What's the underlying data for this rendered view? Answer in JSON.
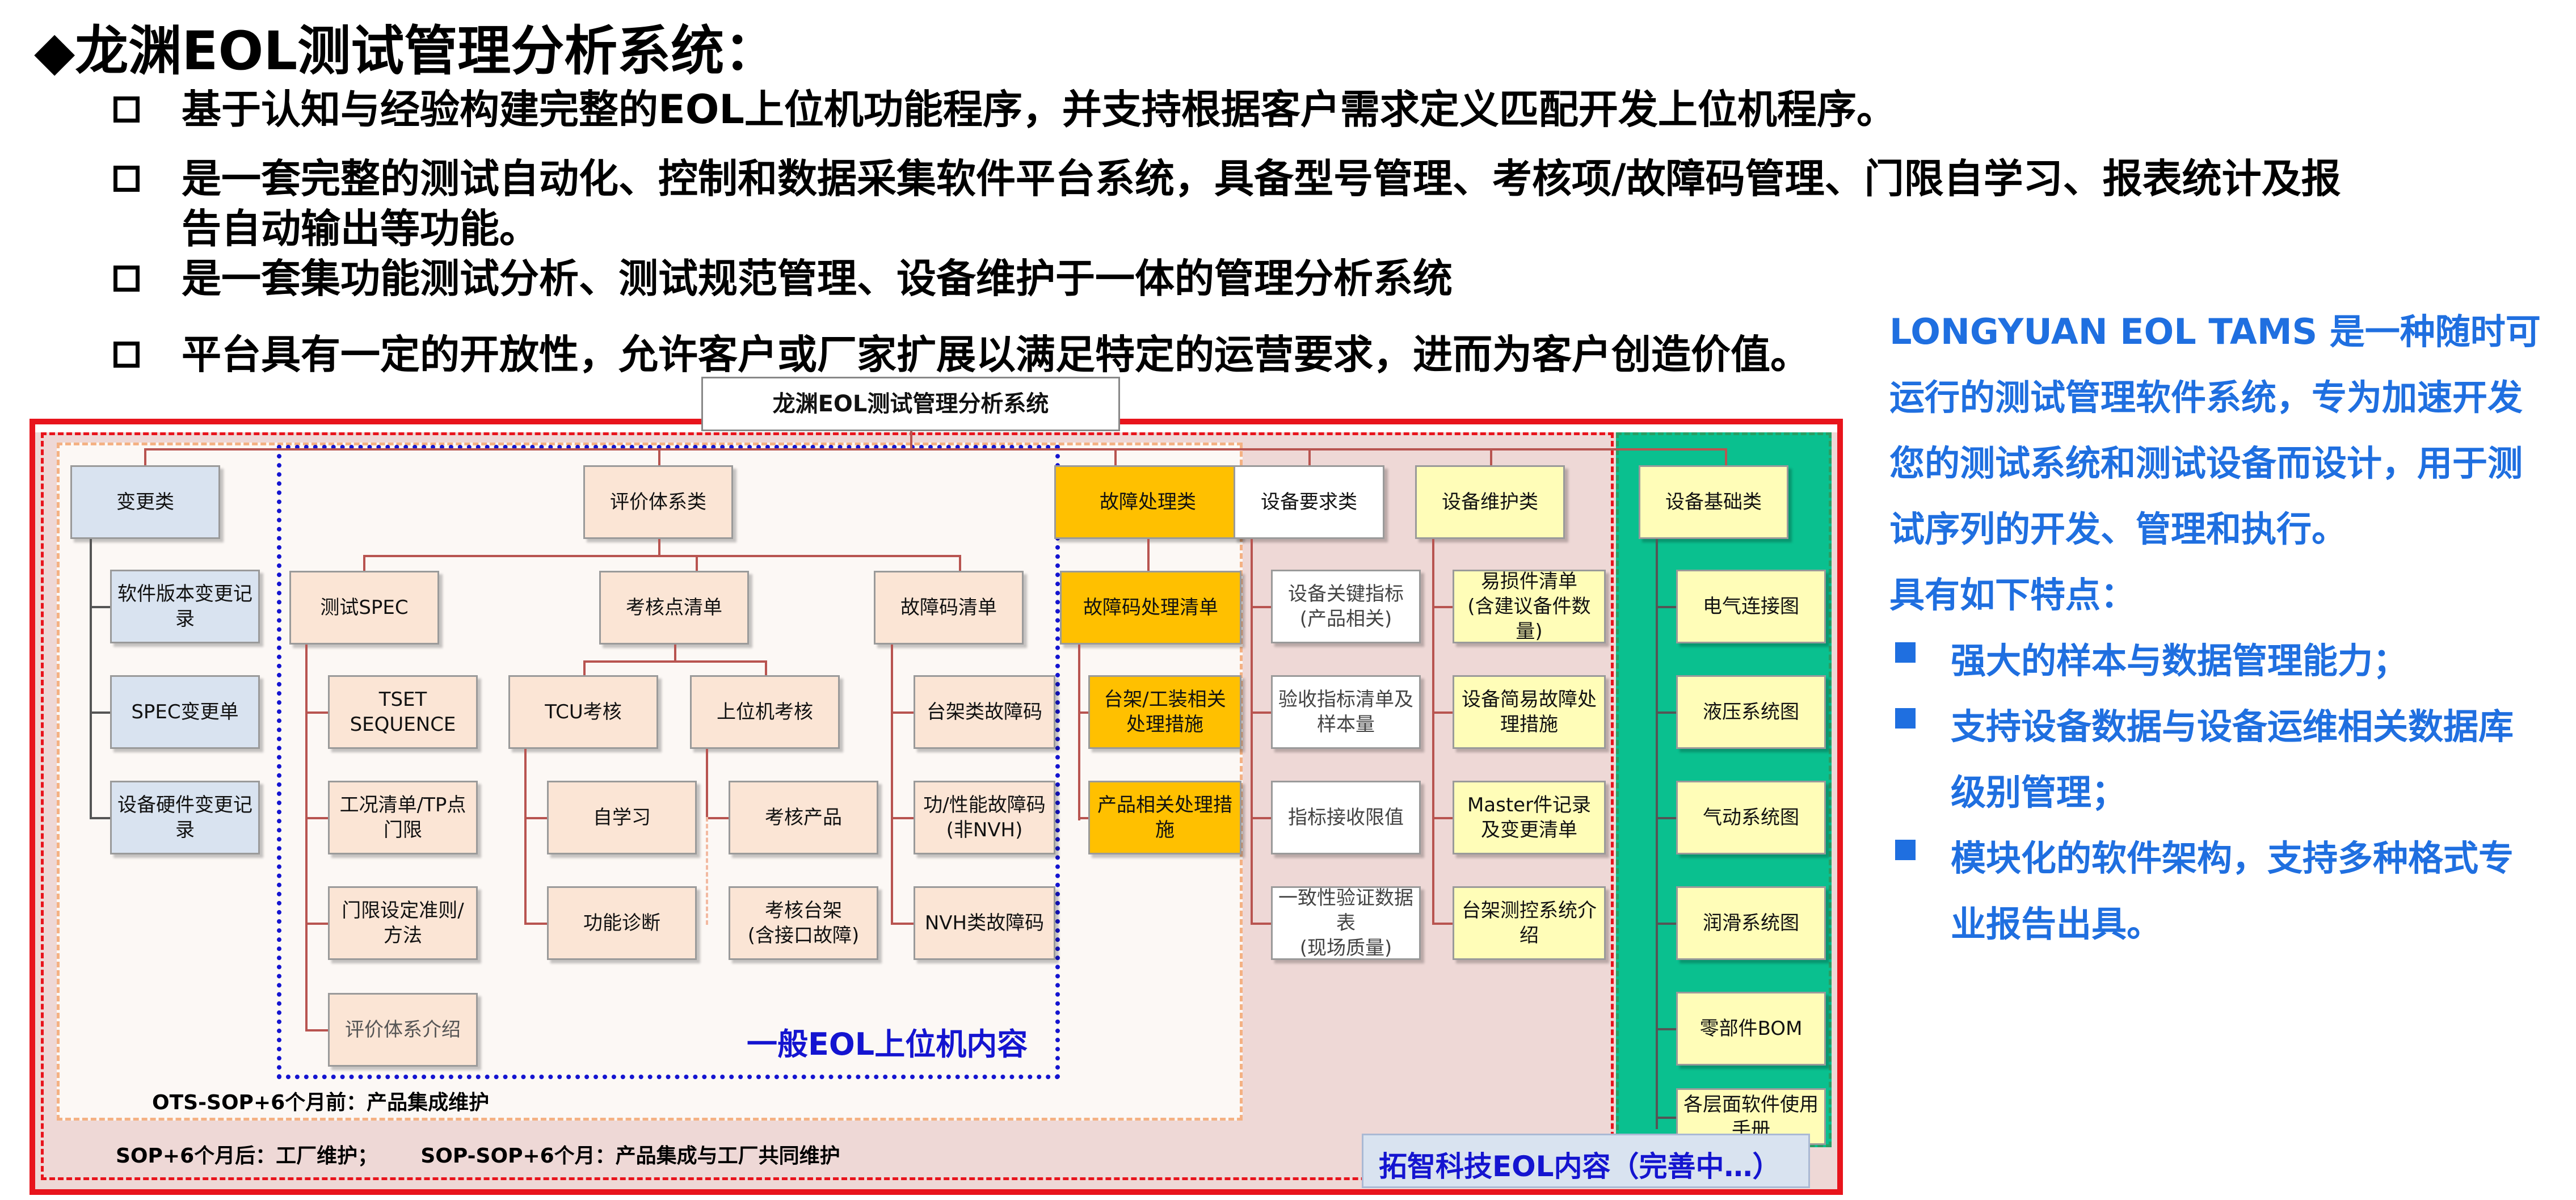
{
  "header": {
    "title": "◆龙渊EOL测试管理分析系统：",
    "bullets": [
      "基于认知与经验构建完整的EOL上位机功能程序，并支持根据客户需求定义匹配开发上位机程序。",
      "是一套完整的测试自动化、控制和数据采集软件平台系统，具备型号管理、考核项/故障码管理、门限自学习、报表统计及报",
      "告自动输出等功能。",
      "是一套集功能测试分析、测试规范管理、设备维护于一体的管理分析系统",
      "平台具有一定的开放性，允许客户或厂家扩展以满足特定的运营要求，进而为客户创造价值。"
    ]
  },
  "sidebar": {
    "intro_lines": [
      "LONGYUAN EOL TAMS 是一种随时可",
      "运行的测试管理软件系统，专为加速开发",
      "您的测试系统和测试设备而设计，用于测",
      "试序列的开发、管理和执行。",
      "具有如下特点："
    ],
    "features": [
      "强大的样本与数据管理能力；",
      "支持设备数据与设备运维相关数据库",
      "级别管理；",
      "模块化的软件架构，支持多种格式专",
      "业报告出具。"
    ]
  },
  "diagram": {
    "root": "龙渊EOL测试管理分析系统",
    "change": {
      "head": "变更类",
      "items": [
        "软件版本变更记录",
        "SPEC变更单",
        "设备硬件变更记录"
      ]
    },
    "eval": {
      "head": "评价体系类",
      "spec": {
        "head": "测试SPEC",
        "items": [
          "TSET SEQUENCE",
          "工况清单/TP点门限",
          "门限设定准则/方法",
          "评价体系介绍"
        ]
      },
      "check": {
        "head": "考核点清单",
        "tcu": {
          "head": "TCU考核",
          "items": [
            "自学习",
            "功能诊断"
          ]
        },
        "host": {
          "head": "上位机考核",
          "items": [
            "考核产品",
            "考核台架\n(含接口故障)"
          ]
        }
      },
      "fault": {
        "head": "故障码清单",
        "items": [
          "台架类故障码",
          "功/性能故障码\n(非NVH)",
          "NVH类故障码"
        ]
      }
    },
    "fault_handle": {
      "head": "故障处理类",
      "sub": "故障码处理清单",
      "items": [
        "台架/工装相关处理措施",
        "产品相关处理措施"
      ]
    },
    "equip_req": {
      "head": "设备要求类",
      "items": [
        "设备关键指标\n(产品相关)",
        "验收指标清单及样本量",
        "指标接收限值",
        "一致性验证数据表\n(现场质量)"
      ]
    },
    "equip_maint": {
      "head": "设备维护类",
      "items": [
        "易损件清单\n(含建议备件数量)",
        "设备简易故障处理措施",
        "Master件记录及变更清单",
        "台架测控系统介绍"
      ]
    },
    "equip_base": {
      "head": "设备基础类",
      "items": [
        "电气连接图",
        "液压系统图",
        "气动系统图",
        "润滑系统图",
        "零部件BOM",
        "各层面软件使用手册"
      ]
    },
    "labels": {
      "general": "一般EOL上位机内容",
      "ots": "OTS-SOP+6个月前：产品集成维护",
      "sop": "SOP+6个月后：工厂维护；      SOP-SOP+6个月：产品集成与工厂共同维护",
      "tuozhi": "拓智科技EOL内容（完善中…）"
    },
    "colors": {
      "red_frame": "#e8141c",
      "blue_dots": "#1414d0",
      "green_panel": "#0ac08f",
      "orange": "#ffc000",
      "yellow": "#fffdb8",
      "peach": "#fbe5d5",
      "light_blue": "#d9e3f0",
      "accent_text": "#1f6fe0"
    }
  }
}
